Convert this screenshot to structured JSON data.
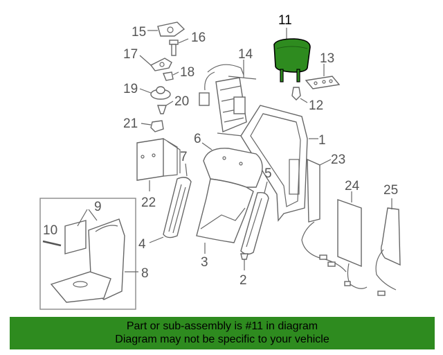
{
  "diagram": {
    "labels": {
      "p1": "1",
      "p2": "2",
      "p3": "3",
      "p4": "4",
      "p5": "5",
      "p6": "6",
      "p7": "7",
      "p8": "8",
      "p9": "9",
      "p10": "10",
      "p11": "11",
      "p12": "12",
      "p13": "13",
      "p14": "14",
      "p15": "15",
      "p16": "16",
      "p17": "17",
      "p18": "18",
      "p19": "19",
      "p20": "20",
      "p21": "21",
      "p22": "22",
      "p23": "23",
      "p24": "24",
      "p25": "25"
    },
    "highlight_color": "#2e8b1f"
  },
  "banner": {
    "line1": "Part or sub-assembly is #11 in diagram",
    "line2": "Diagram may not be specific to your vehicle",
    "background": "#2e8b1f"
  }
}
